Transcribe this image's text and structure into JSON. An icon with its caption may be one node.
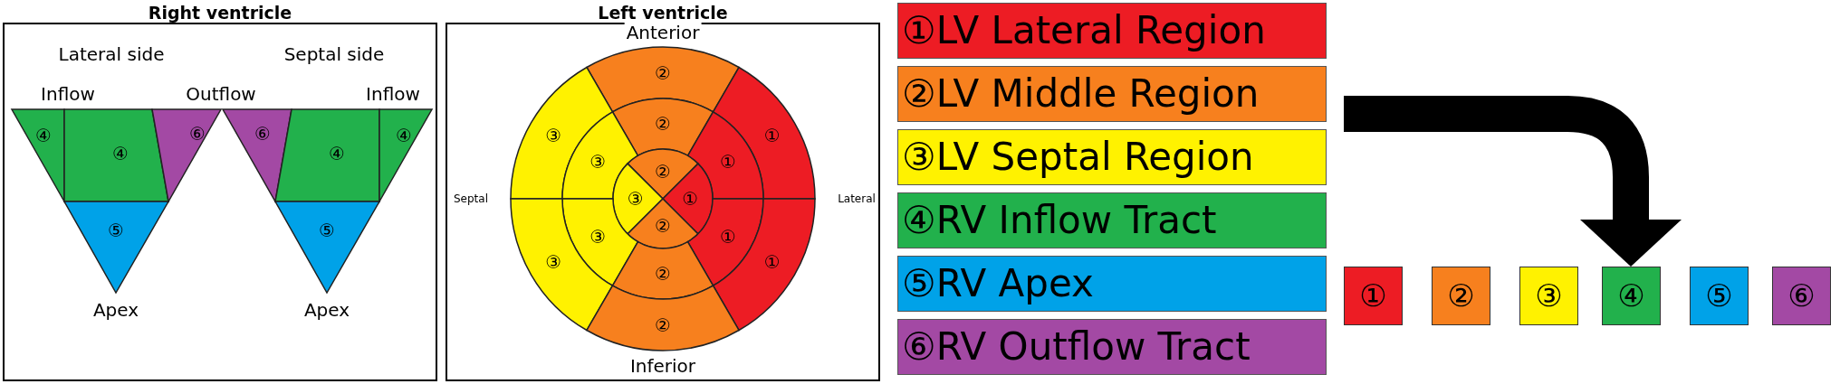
{
  "diagram": {
    "nodes": [
      {
        "text": [
          "Right ventricle"
        ]
      },
      {
        "text": [
          "④"
        ],
        "in": 0
      },
      {
        "text": [
          "④"
        ],
        "in": 0
      },
      {
        "text": [
          "⑥"
        ],
        "in": 0
      },
      {
        "text": [
          "⑤"
        ],
        "in": 0,
        "beside": [
          "Apex"
        ]
      },
      {
        "text": [
          "⑥"
        ],
        "in": 0
      },
      {
        "text": [
          "④"
        ],
        "in": 0
      },
      {
        "text": [
          "④"
        ],
        "in": 0
      },
      {
        "text": [
          "⑤"
        ],
        "in": 0,
        "beside": [
          "Apex"
        ]
      },
      {
        "text": [
          "Left ventricle"
        ]
      },
      {
        "text": [
          "②"
        ],
        "in": 9
      },
      {
        "text": [
          "②"
        ],
        "in": 9
      },
      {
        "text": [
          "③"
        ],
        "in": 9
      },
      {
        "text": [
          "①"
        ],
        "in": 9
      },
      {
        "text": [
          "③"
        ],
        "in": 9
      },
      {
        "text": [
          "①"
        ],
        "in": 9
      },
      {
        "text": [
          "②"
        ],
        "in": 9
      },
      {
        "text": [
          "③"
        ],
        "in": 9
      },
      {
        "text": [
          "①"
        ],
        "in": 9
      },
      {
        "text": [
          "②"
        ],
        "in": 9
      },
      {
        "text": [
          "③"
        ],
        "in": 9
      },
      {
        "text": [
          "①"
        ],
        "in": 9
      },
      {
        "text": [
          "③"
        ],
        "in": 9
      },
      {
        "text": [
          "①"
        ],
        "in": 9
      },
      {
        "text": [
          "②"
        ],
        "in": 9
      },
      {
        "text": [
          "②"
        ],
        "in": 9
      },
      {
        "text": [
          "①"
        ]
      },
      {
        "text": [
          "②"
        ]
      },
      {
        "text": [
          "③"
        ]
      },
      {
        "text": [
          "④"
        ]
      },
      {
        "text": [
          "⑤"
        ]
      },
      {
        "text": [
          "⑥"
        ]
      }
    ],
    "edges": [
      {
        "from": null,
        "to": 29,
        "arrow": "to"
      }
    ],
    "labels": [
      "Lateral side",
      "Septal side",
      "Inflow",
      "Outflow",
      "Inflow",
      "Anterior",
      "Septal",
      "Lateral",
      "Inferior"
    ],
    "legend": [
      {
        "text": "①LV Lateral Region",
        "color": "#ed1c24"
      },
      {
        "text": "②LV Middle Region",
        "color": "#f7801e"
      },
      {
        "text": "③LV Septal Region",
        "color": "#fff200"
      },
      {
        "text": "④RV Inflow Tract",
        "color": "#22b14c"
      },
      {
        "text": "⑤RV Apex",
        "color": "#00a2e8"
      },
      {
        "text": "⑥RV Outflow Tract",
        "color": "#a349a4"
      }
    ]
  }
}
